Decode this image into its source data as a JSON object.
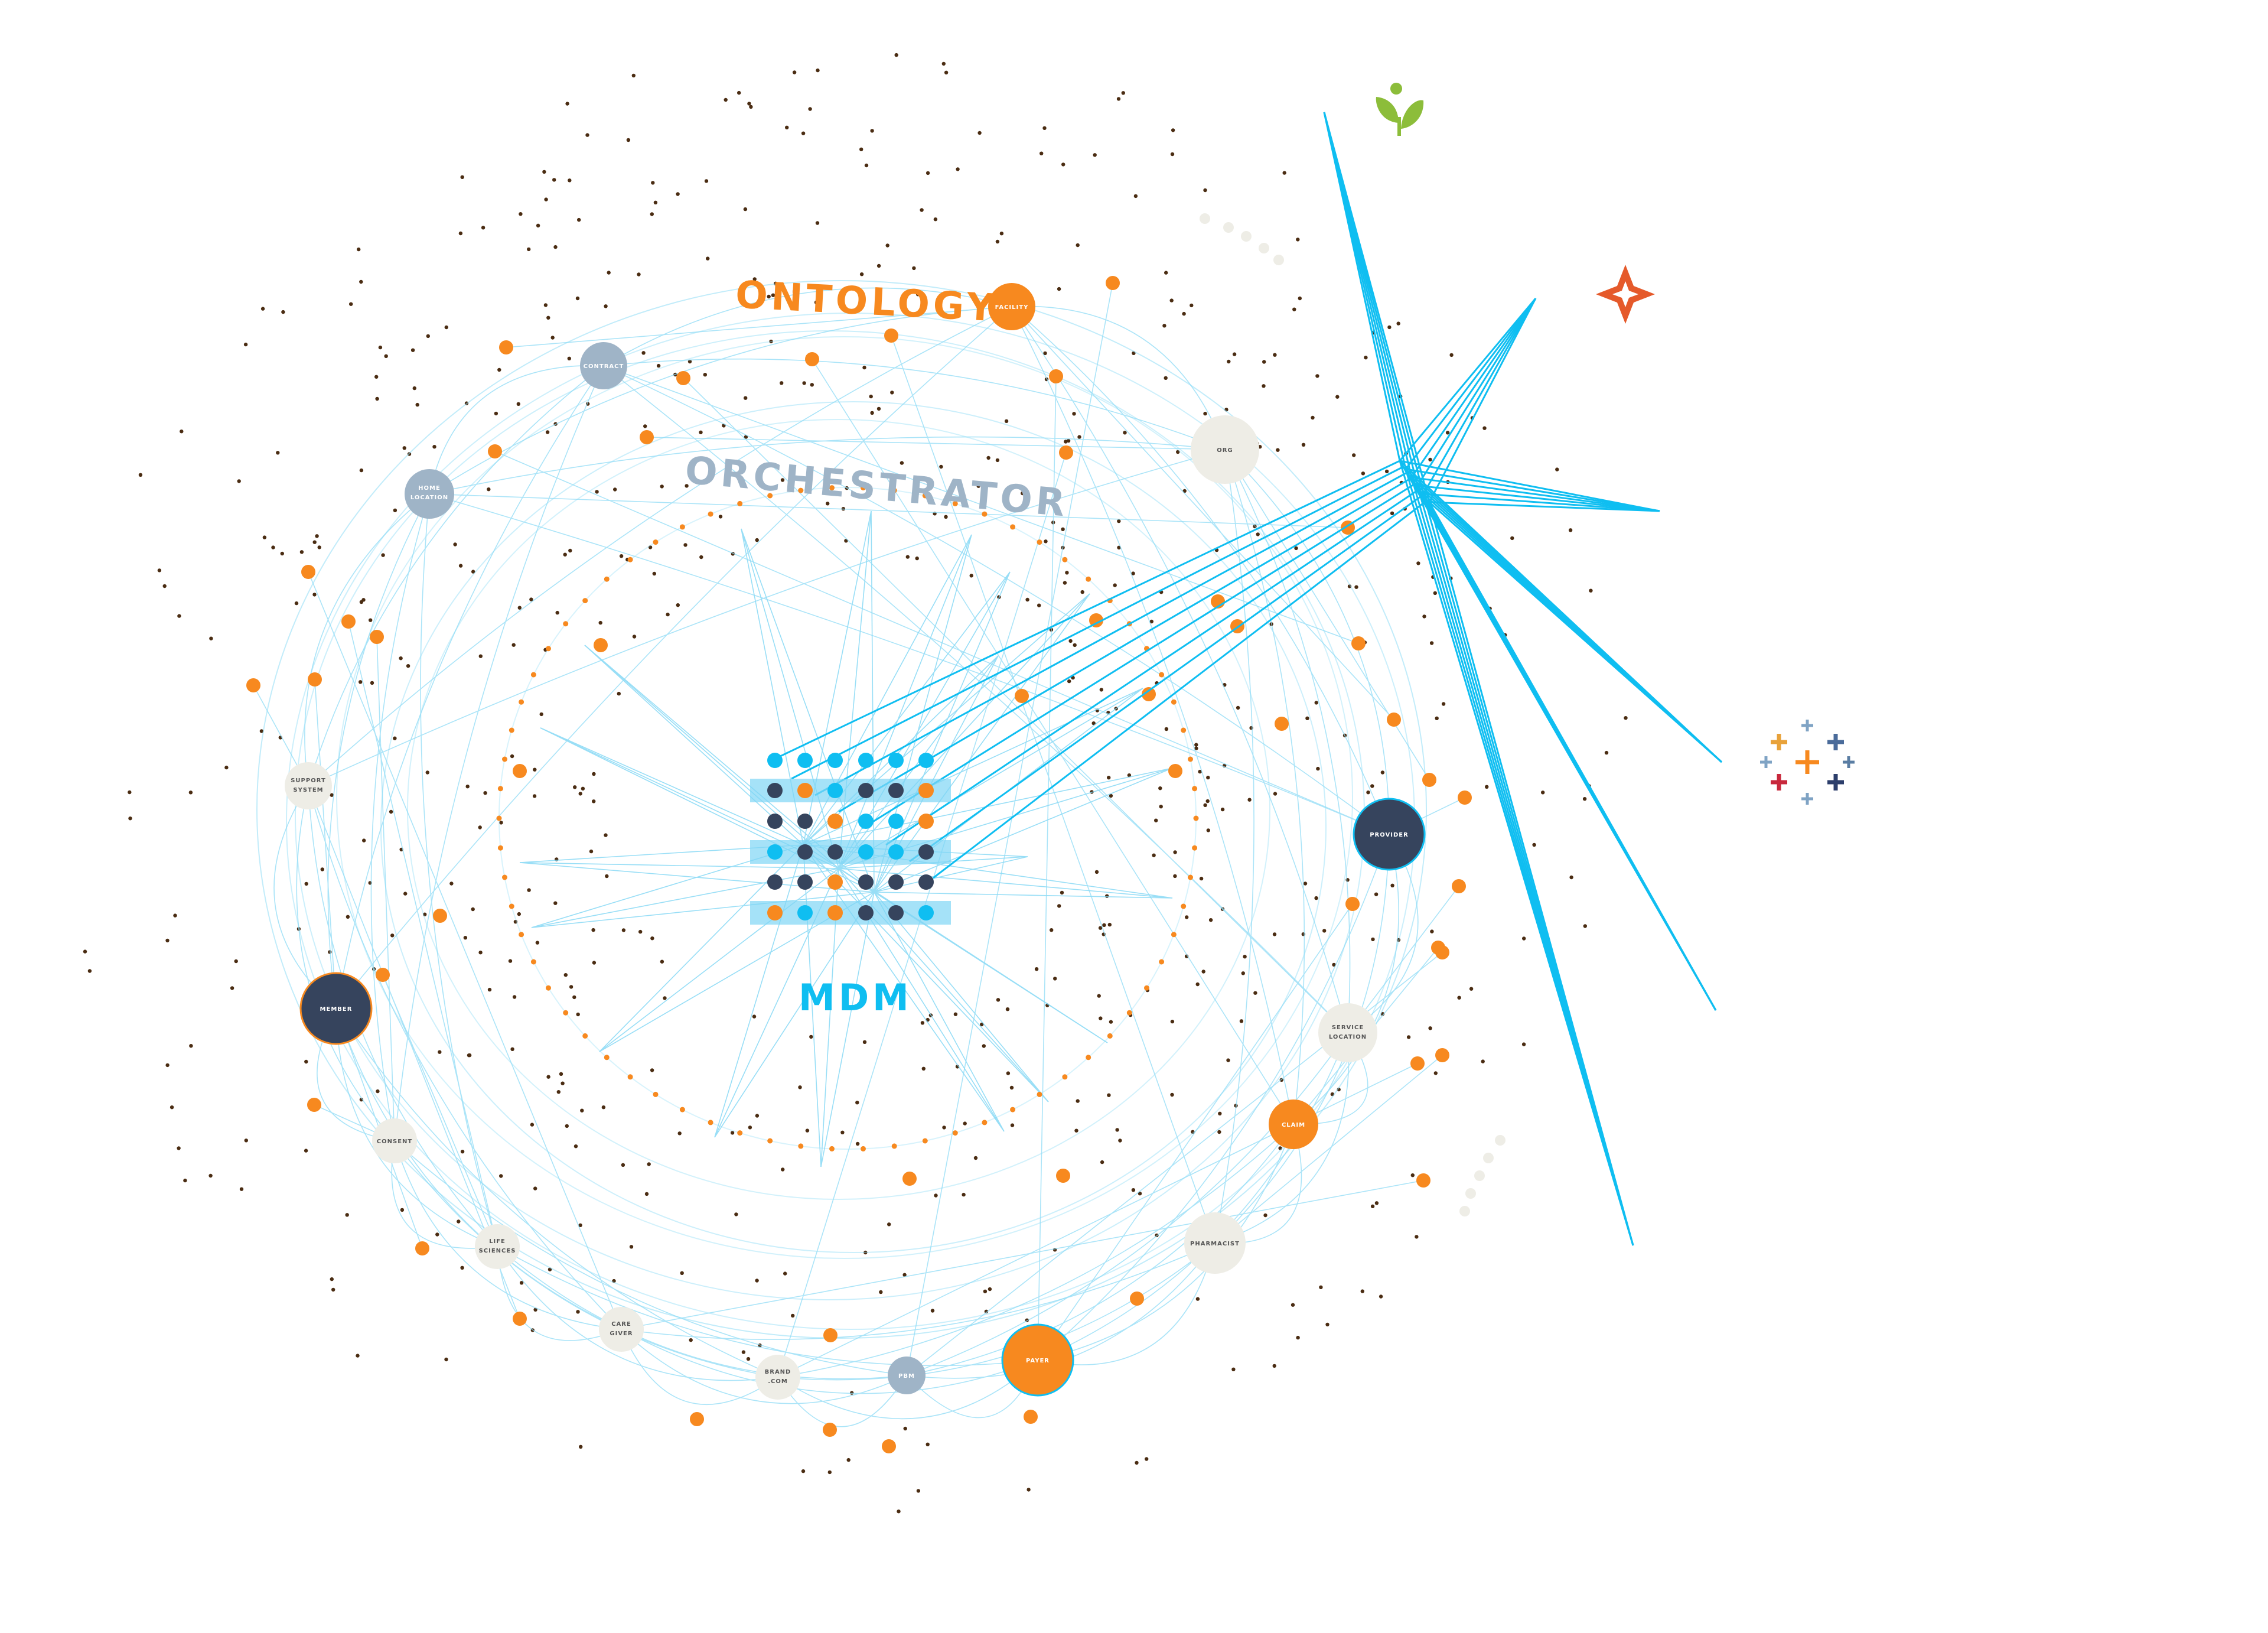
{
  "labels": {
    "ontology": "ONTOLOGY",
    "orchestrator": "ORCHESTRATOR",
    "mdm": "MDM"
  },
  "nodes": {
    "facility": "FACILITY",
    "contract": "CONTRACT",
    "home_location_1": "HOME",
    "home_location_2": "LOCATION",
    "org": "ORG",
    "support_system_1": "SUPPORT",
    "support_system_2": "SYSTEM",
    "provider": "PROVIDER",
    "member": "MEMBER",
    "service_location_1": "SERVICE",
    "service_location_2": "LOCATION",
    "claim": "CLAIM",
    "consent": "CONSENT",
    "pharmacist": "PHARMACIST",
    "life_sciences_1": "LIFE",
    "life_sciences_2": "SCIENCES",
    "care_giver_1": "CARE",
    "care_giver_2": "GIVER",
    "brand_com_1": "BRAND",
    "brand_com_2": ".COM",
    "pbm": "PBM",
    "payer": "PAYER"
  },
  "colors": {
    "orange": "#f7891f",
    "navy": "#36445d",
    "slate": "#9fb4c7",
    "cream": "#eeede6",
    "cyan": "#0fbef1",
    "line": "#7fd6f5",
    "dot": "#4a2c12",
    "green": "#8cbd3a",
    "red_orange": "#e55a2b"
  },
  "icons": [
    "sprout-icon",
    "compass-star-icon",
    "tableau-plus-icon"
  ]
}
